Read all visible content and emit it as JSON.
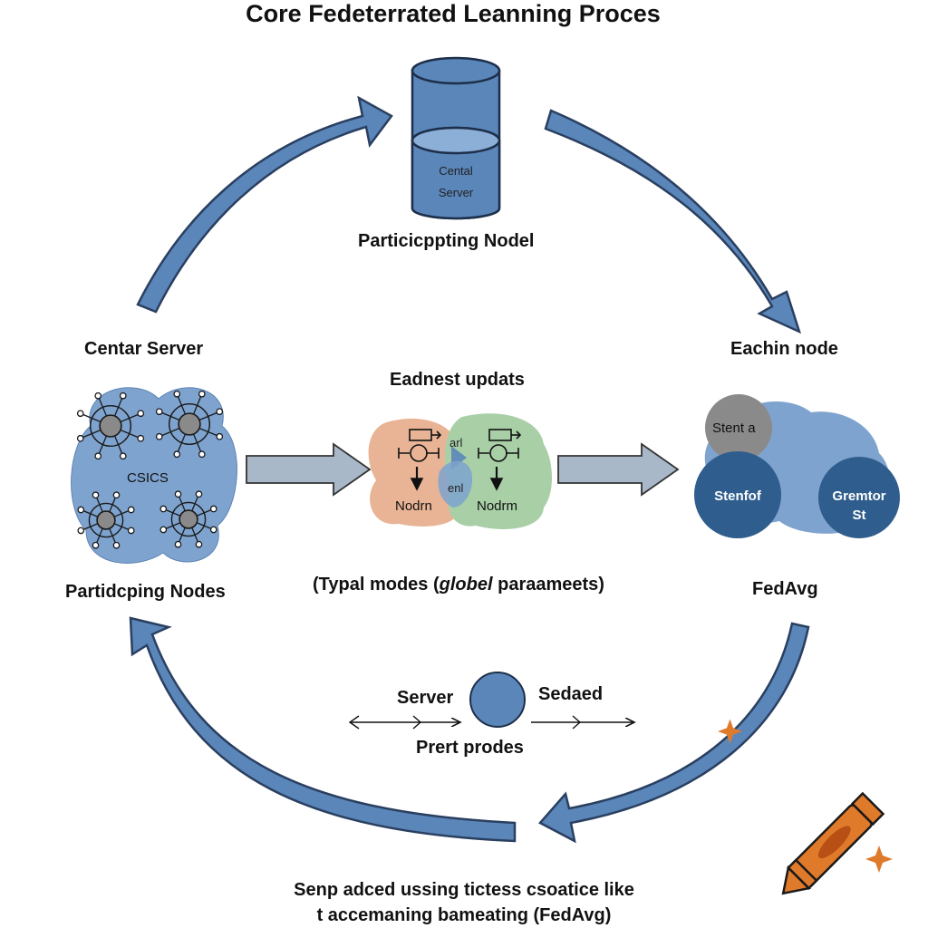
{
  "title": "Core Fedeterrated Leanning Proces",
  "top_node": {
    "db_text_line1": "Cental",
    "db_text_line2": "Server",
    "label": "Particicppting Nodel"
  },
  "left_node": {
    "top_label": "Centar Server",
    "cloud_text": "CSICS",
    "bottom_label": "Partidcping Nodes"
  },
  "center_node": {
    "heading": "Eadnest updats",
    "left_blob_text": "Nodrn",
    "right_blob_text": "Nodrm",
    "overlap_top": "arl",
    "overlap_bottom": "enl",
    "caption_prefix": "(Typal modes (",
    "caption_italic": "globel",
    "caption_suffix": " paraameets)"
  },
  "right_node": {
    "top_label": "Eachin node",
    "grey_circle": "Stent a",
    "blue_circle_left": "Stenfof",
    "blue_circle_right_line1": "Gremtor",
    "blue_circle_right_line2": "St",
    "bottom_label": "FedAvg"
  },
  "bottom_node": {
    "left_label": "Server",
    "right_label": "Sedaed",
    "under_label": "Prert prodes"
  },
  "footer": {
    "line1": "Senp adced ussing tictess csoatice like",
    "line2": "t accemaning bameating (FedAvg)"
  },
  "colors": {
    "arrow_blue": "#5a86b9",
    "arrow_outline": "#2a3f60",
    "cloud_blue": "#7ea3cf",
    "dark_blue": "#2f5d8d",
    "grey_node": "#8a8a8a",
    "peach": "#e9b496",
    "green": "#a9cfa7",
    "flow_arrow": "#a9b8c8",
    "crayon": "#e07a2b"
  },
  "icons": [
    "database-icon",
    "network-node-icon",
    "crayon-icon",
    "sparkle-icon"
  ]
}
